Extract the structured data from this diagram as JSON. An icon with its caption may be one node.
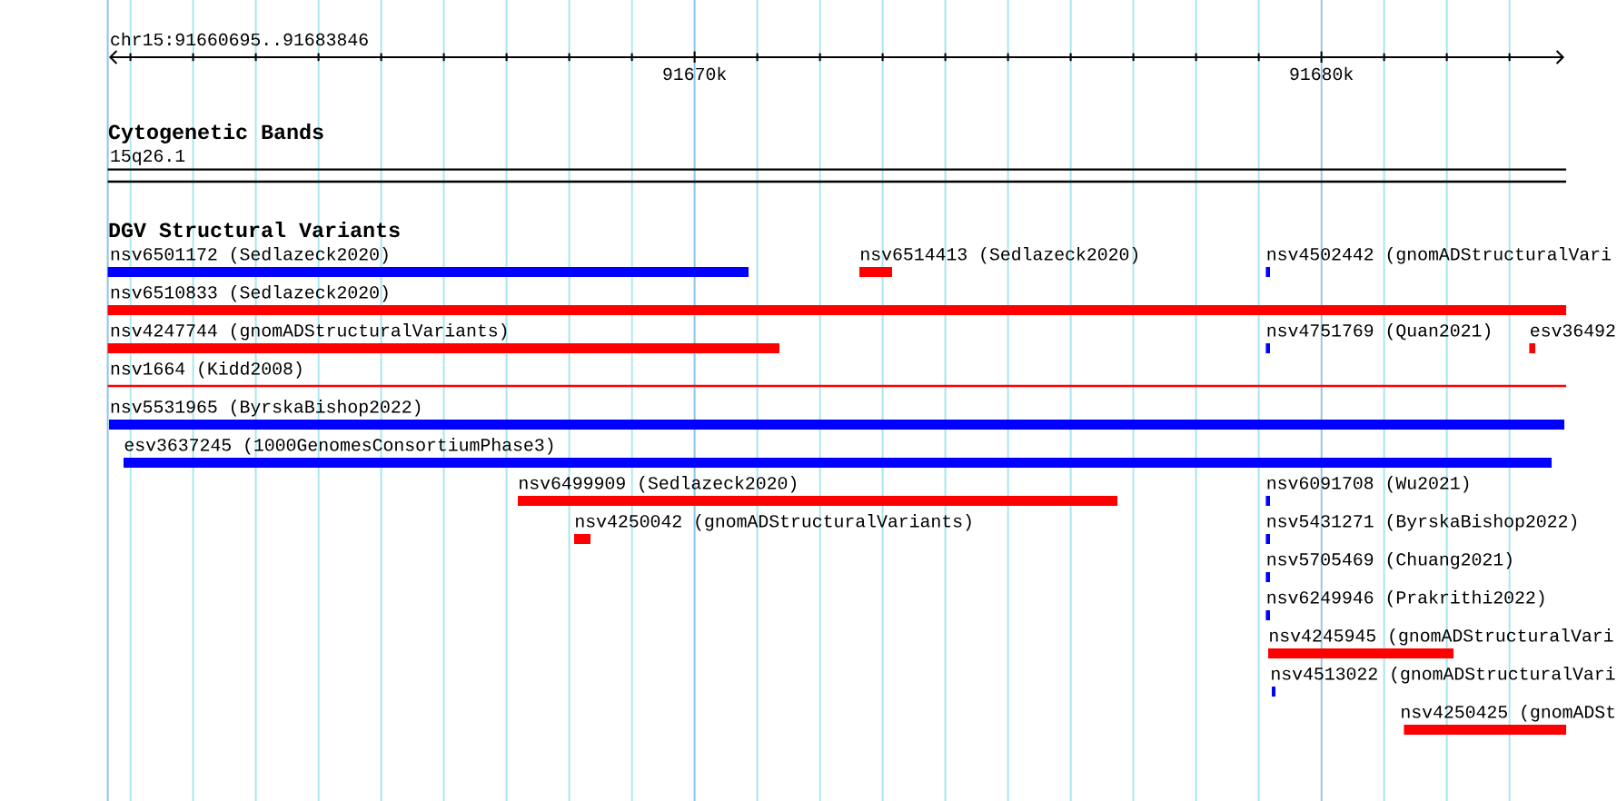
{
  "diagram": {
    "nodes": [
      {
        "text": [
          "15q26.1"
        ]
      },
      {
        "text": [
          "nsv6501172 (Sedlazeck2020)"
        ]
      },
      {
        "text": [
          "nsv6514413 (Sedlazeck2020)"
        ]
      },
      {
        "text": [
          "nsv4502442 (gnomADStructuralVari"
        ]
      },
      {
        "text": [
          "nsv6510833 (Sedlazeck2020)"
        ]
      },
      {
        "text": [
          "nsv4247744 (gnomADStructuralVariants)"
        ]
      },
      {
        "text": [
          "nsv4751769 (Quan2021)"
        ]
      },
      {
        "text": [
          "esv36492"
        ]
      },
      {
        "text": [
          "nsv1664 (Kidd2008)"
        ]
      },
      {
        "text": [
          "nsv5531965 (ByrskaBishop2022)"
        ]
      },
      {
        "text": [
          "esv3637245 (1000GenomesConsortiumPhase3)"
        ]
      },
      {
        "text": [
          "nsv6499909 (Sedlazeck2020)"
        ]
      },
      {
        "text": [
          "nsv6091708 (Wu2021)"
        ]
      },
      {
        "text": [
          "nsv4250042 (gnomADStructuralVariants)"
        ]
      },
      {
        "text": [
          "nsv5431271 (ByrskaBishop2022)"
        ]
      },
      {
        "text": [
          "nsv5705469 (Chuang2021)"
        ]
      },
      {
        "text": [
          "nsv6249946 (Prakrithi2022)"
        ]
      },
      {
        "text": [
          "nsv4245945 (gnomADStructuralVari"
        ]
      },
      {
        "text": [
          "nsv4513022 (gnomADStructuralVari"
        ]
      },
      {
        "text": [
          "nsv4250425 (gnomADSt"
        ]
      }
    ],
    "labels": [
      "chr15:91660695..91683846",
      "91670k",
      "91680k",
      "Cytogenetic Bands",
      "DGV Structural Variants"
    ]
  }
}
